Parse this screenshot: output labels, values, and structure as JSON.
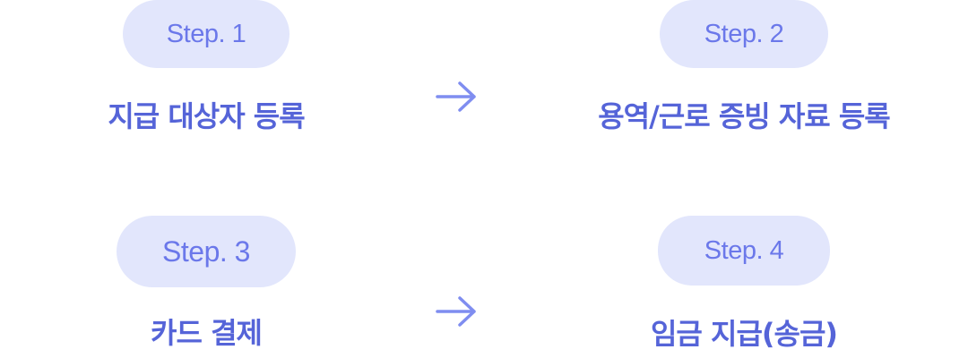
{
  "colors": {
    "pill_background": "#e2e6fc",
    "pill_text": "#6b78ea",
    "title_text": "#5564d8",
    "arrow": "#7f8df0"
  },
  "steps": [
    {
      "label": "Step. 1",
      "title": "지급 대상자 등록"
    },
    {
      "label": "Step. 2",
      "title": "용역/근로 증빙 자료 등록"
    },
    {
      "label": "Step. 3",
      "title": "카드 결제"
    },
    {
      "label": "Step. 4",
      "title": "임금 지급(송금)"
    }
  ],
  "icons": {
    "flow_arrow": "right-arrow-icon"
  }
}
